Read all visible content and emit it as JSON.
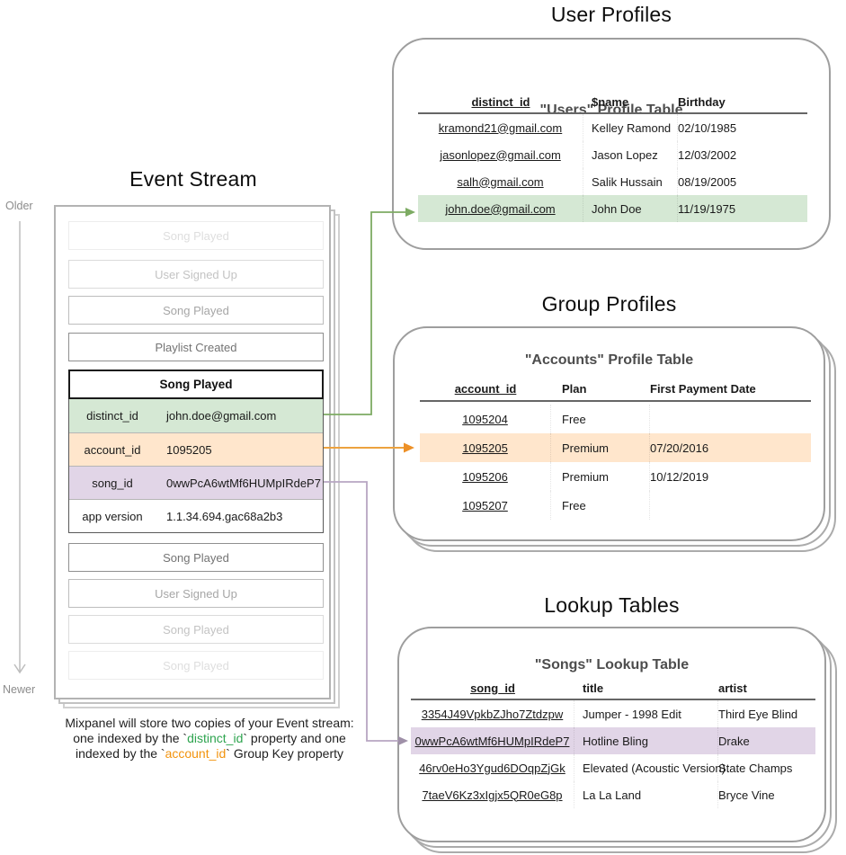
{
  "event_stream": {
    "title": "Event Stream",
    "older_label": "Older",
    "newer_label": "Newer",
    "events_before": [
      {
        "label": "Song Played"
      },
      {
        "label": "User Signed Up"
      },
      {
        "label": "Song Played"
      },
      {
        "label": "Playlist Created"
      }
    ],
    "detail": {
      "title": "Song Played",
      "rows": [
        {
          "key": "distinct_id",
          "value": "john.doe@gmail.com"
        },
        {
          "key": "account_id",
          "value": "1095205"
        },
        {
          "key": "song_id",
          "value": "0wwPcA6wtMf6HUMpIRdeP7"
        },
        {
          "key": "app version",
          "value": "1.1.34.694.gac68a2b3"
        }
      ]
    },
    "events_after": [
      {
        "label": "Song Played"
      },
      {
        "label": "User Signed Up"
      },
      {
        "label": "Song Played"
      },
      {
        "label": "Song Played"
      }
    ]
  },
  "user_profiles": {
    "section_title": "User Profiles",
    "table_title": "\"Users\" Profile Table",
    "columns": [
      "distinct_id",
      "$name",
      "Birthday"
    ],
    "rows": [
      [
        "kramond21@gmail.com",
        "Kelley Ramond",
        "02/10/1985"
      ],
      [
        "jasonlopez@gmail.com",
        "Jason Lopez",
        "12/03/2002"
      ],
      [
        "salh@gmail.com",
        "Salik Hussain",
        "08/19/2005"
      ],
      [
        "john.doe@gmail.com",
        "John Doe",
        "11/19/1975"
      ]
    ],
    "highlighted_row_index": 3
  },
  "group_profiles": {
    "section_title": "Group Profiles",
    "table_title": "\"Accounts\" Profile Table",
    "columns": [
      "account_id",
      "Plan",
      "First Payment Date"
    ],
    "rows": [
      [
        "1095204",
        "Free",
        ""
      ],
      [
        "1095205",
        "Premium",
        "07/20/2016"
      ],
      [
        "1095206",
        "Premium",
        "10/12/2019"
      ],
      [
        "1095207",
        "Free",
        ""
      ]
    ],
    "highlighted_row_index": 1
  },
  "lookup_tables": {
    "section_title": "Lookup Tables",
    "table_title": "\"Songs\" Lookup Table",
    "columns": [
      "song_id",
      "title",
      "artist"
    ],
    "rows": [
      [
        "3354J49VpkbZJho7Ztdzpw",
        "Jumper - 1998 Edit",
        "Third Eye Blind"
      ],
      [
        "0wwPcA6wtMf6HUMpIRdeP7",
        "Hotline Bling",
        "Drake"
      ],
      [
        "46rv0eHo3Ygud6DOqpZjGk",
        "Elevated (Acoustic Version)",
        "State Champs"
      ],
      [
        "7taeV6Kz3xIgjx5QR0eG8p",
        "La La Land",
        "Bryce Vine"
      ]
    ],
    "highlighted_row_index": 1
  },
  "caption": {
    "line1": "Mixpanel will store two copies of your Event stream:",
    "line2_pre": "one indexed by the `",
    "line2_code": "distinct_id",
    "line2_post": "` property and one",
    "line3_pre": "indexed by the `",
    "line3_code": "account_id",
    "line3_post": "` Group Key property"
  },
  "colors": {
    "distinct_id_row_bg": "#d5e8d4",
    "account_id_row_bg": "#ffe6cc",
    "song_id_row_bg": "#e1d5e7",
    "green_connector": "#7dab63",
    "orange_connector": "#eda23f",
    "purple_connector": "#b7a6c2",
    "caption_green": "#2ea44f",
    "caption_orange": "#f2930d",
    "card_border": "#9e9e9e"
  }
}
